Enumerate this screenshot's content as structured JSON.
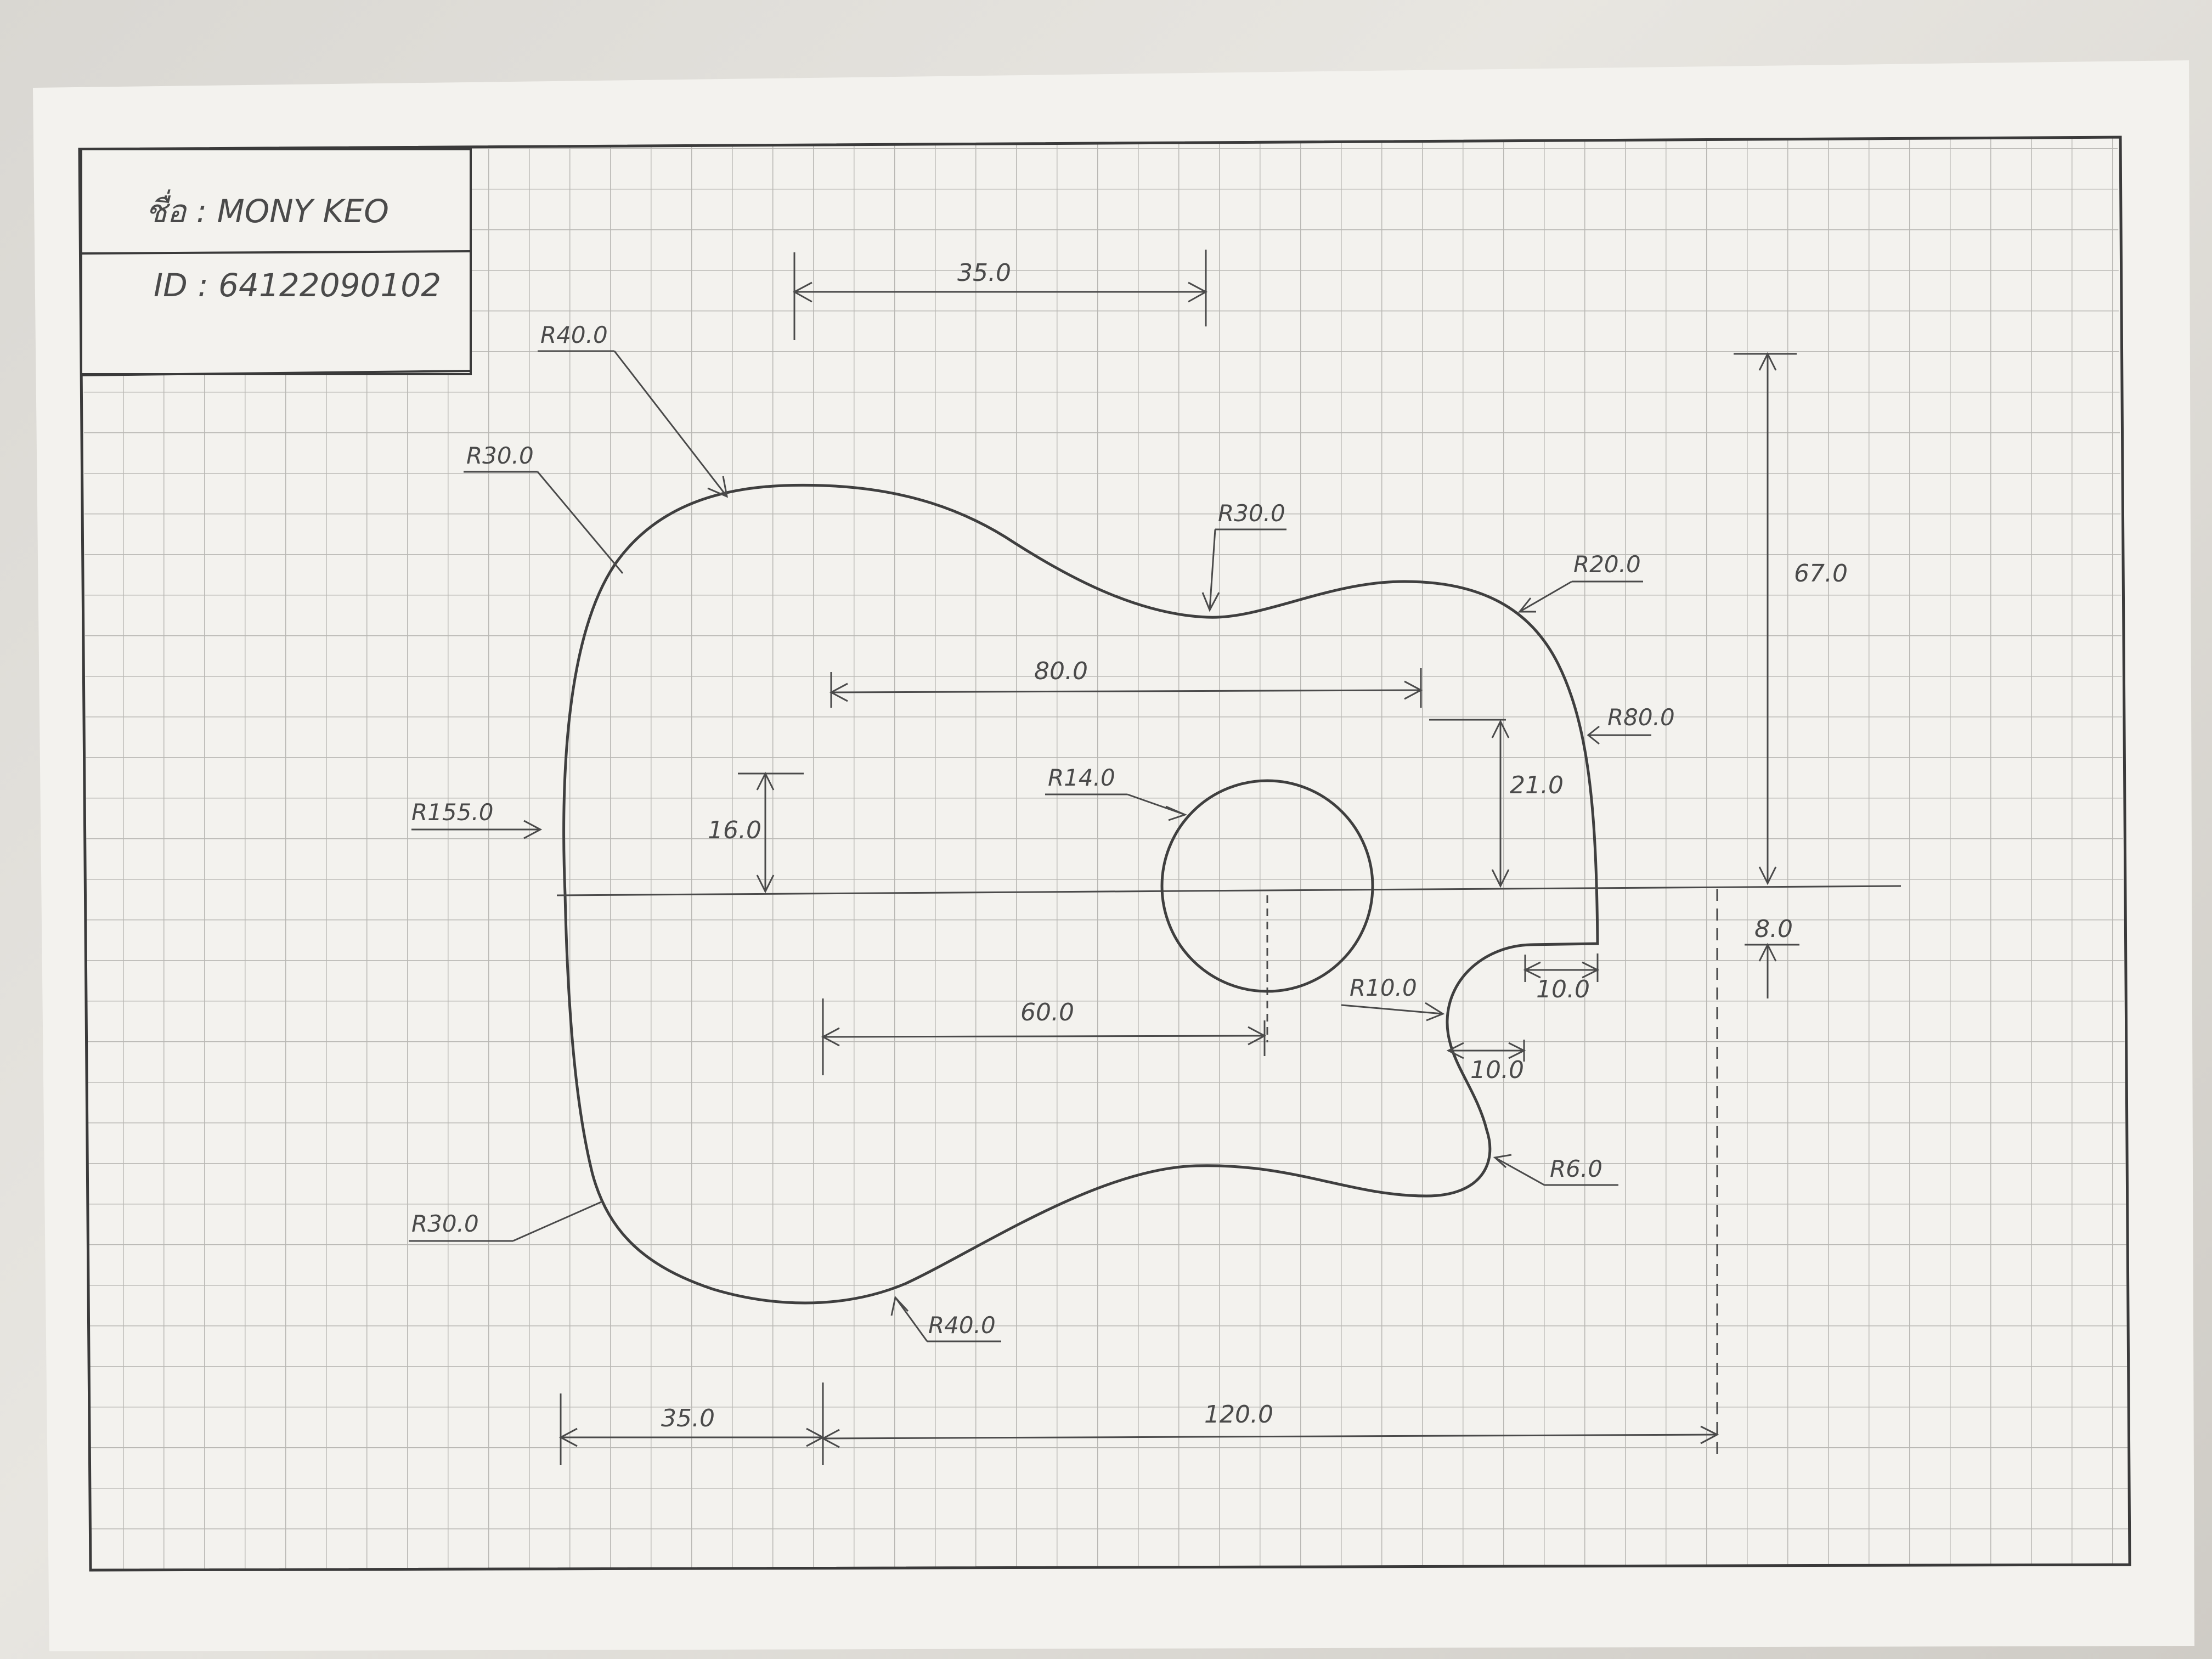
{
  "title_block": {
    "name_label": "ชื่อ : MONY KEO",
    "id_label": "ID : 64122090102"
  },
  "dimensions": {
    "top_width": "35.0",
    "waist_span": "80.0",
    "lower_span": "60.0",
    "height_right": "67.0",
    "offset_small": "8.0",
    "vertical_16": "16.0",
    "vertical_21": "21.0",
    "notch_top": "10.0",
    "notch_bottom": "10.0",
    "bottom_left": "35.0",
    "bottom_total": "120.0"
  },
  "radii": {
    "upper_left_outer": "R40.0",
    "upper_left_inner": "R30.0",
    "waist_top": "R30.0",
    "upper_right": "R20.0",
    "right_side": "R80.0",
    "sound_hole": "R14.0",
    "left_side": "R155.0",
    "notch": "R10.0",
    "notch_lower": "R6.0",
    "lower_left": "R30.0",
    "lower_bottom": "R40.0"
  },
  "colors": {
    "paper": "#f3f2ee",
    "grid": "#b9b8b4",
    "pencil": "#3f3f3f"
  }
}
